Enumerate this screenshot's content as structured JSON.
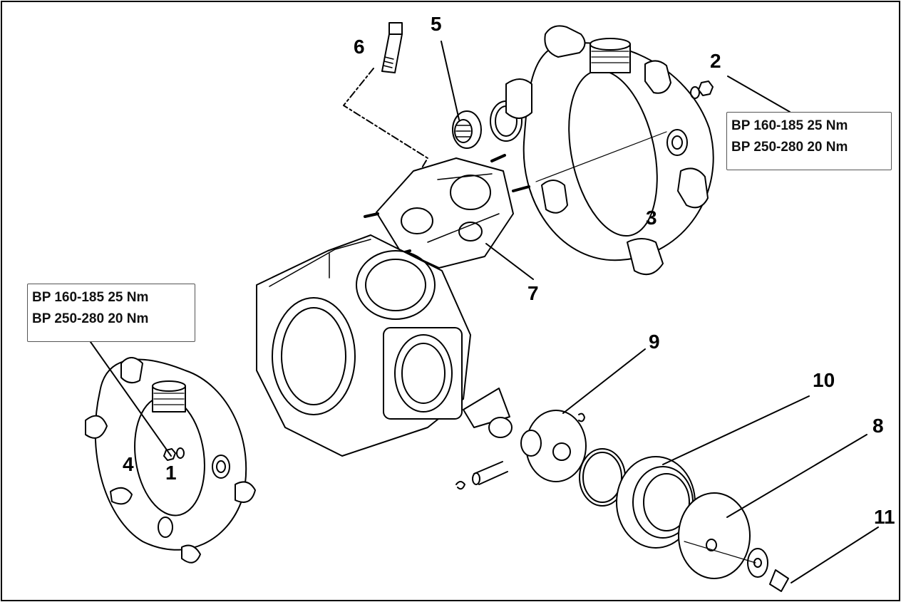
{
  "callouts": {
    "c1": "1",
    "c2": "2",
    "c3": "3",
    "c4": "4",
    "c5": "5",
    "c6": "6",
    "c7": "7",
    "c8": "8",
    "c9": "9",
    "c10": "10",
    "c11": "11"
  },
  "torque_spec_right": {
    "line1": "BP 160-185  25 Nm",
    "line2": "BP 250-280  20 Nm"
  },
  "torque_spec_left": {
    "line1": "BP 160-185  25 Nm",
    "line2": "BP 250-280  20 Nm"
  }
}
